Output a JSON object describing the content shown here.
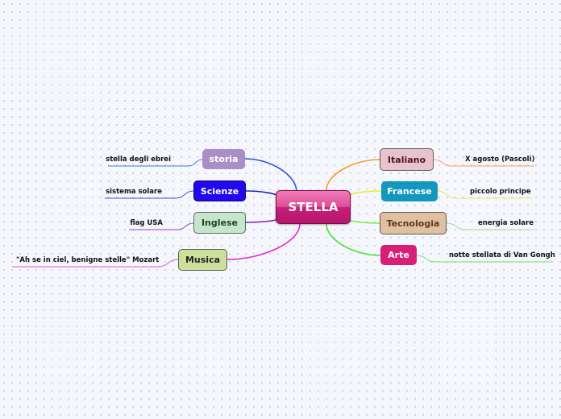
{
  "central": {
    "label": "STELLA"
  },
  "branches": [
    {
      "id": "storia",
      "label": "storia",
      "bg": "#a98fc6",
      "fg": "#ffffff",
      "line": "#2a56d6",
      "leaf": "stella degli ebrei",
      "leaf_line": "#4a74c9"
    },
    {
      "id": "scienze",
      "label": "Scienze",
      "bg": "#2208f0",
      "fg": "#ffffff",
      "line": "#1a24b8",
      "leaf": "sistema solare",
      "leaf_line": "#4a4acf"
    },
    {
      "id": "inglese",
      "label": "Inglese",
      "bg": "#c6e6cb",
      "fg": "#224422",
      "line": "#7d23c8",
      "leaf": "flag USA",
      "leaf_line": "#9a46c9"
    },
    {
      "id": "musica",
      "label": "Musica",
      "bg": "#cddf9c",
      "fg": "#222222",
      "line": "#e62ad0",
      "leaf": "\"Ah se in ciel, benigne stelle\" Mozart",
      "leaf_line": "#e05ad4"
    },
    {
      "id": "italiano",
      "label": "Italiano",
      "bg": "#e6c4cb",
      "fg": "#5a1020",
      "line": "#f59a1c",
      "leaf": "X agosto (Pascoli)",
      "leaf_line": "#f2a060"
    },
    {
      "id": "francese",
      "label": "Francese",
      "bg": "#1297be",
      "fg": "#ffffff",
      "line": "#e6ef2c",
      "leaf": "piccolo principe",
      "leaf_line": "#e4e85a"
    },
    {
      "id": "tecnologia",
      "label": "Tecnologia",
      "bg": "#dfc0a2",
      "fg": "#5a3a1a",
      "line": "#86e84a",
      "leaf": "energia solare",
      "leaf_line": "#9ee27e"
    },
    {
      "id": "arte",
      "label": "Arte",
      "bg": "#d81e78",
      "fg": "#ffffff",
      "line": "#3ee62c",
      "leaf": "notte stellata di Van Gongh",
      "leaf_line": "#6ee460"
    }
  ]
}
